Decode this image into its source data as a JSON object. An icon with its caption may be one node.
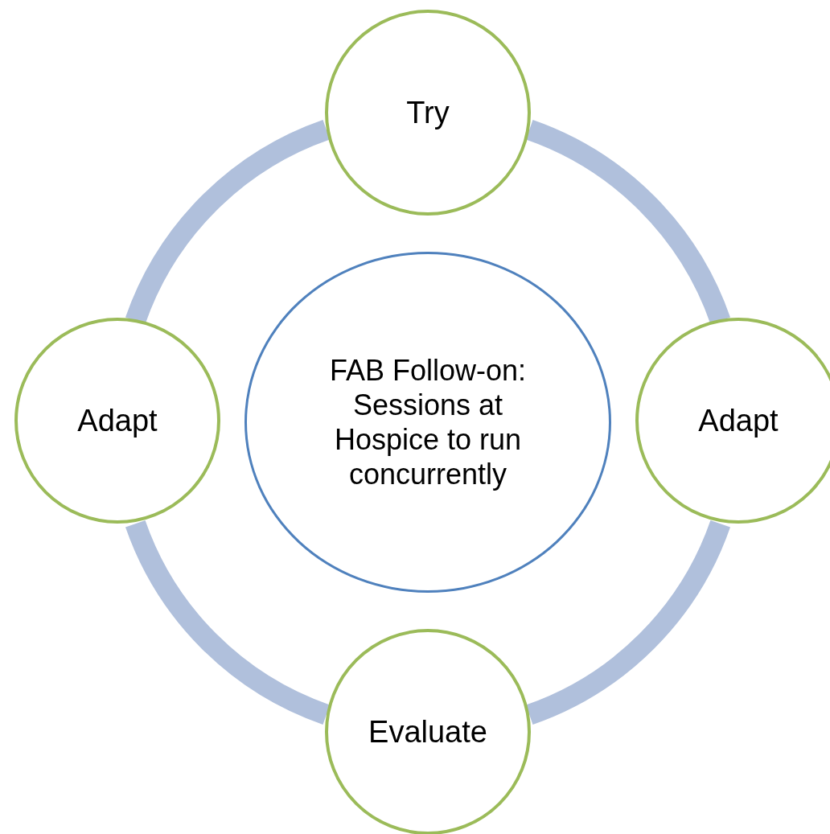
{
  "diagram": {
    "nodes": [
      {
        "text": [
          "Try"
        ]
      },
      {
        "text": [
          "Adapt"
        ]
      },
      {
        "text": [
          "FAB Follow-on: Sessions at Hospice to run concurrently"
        ]
      },
      {
        "text": [
          "Adapt"
        ]
      },
      {
        "text": [
          "Evaluate"
        ]
      }
    ],
    "edges": [
      {
        "from": 0,
        "to": 3,
        "arrow": "none"
      },
      {
        "from": 3,
        "to": 4,
        "arrow": "none"
      },
      {
        "from": 4,
        "to": 1,
        "arrow": "none"
      },
      {
        "from": 1,
        "to": 0,
        "arrow": "none"
      }
    ]
  }
}
